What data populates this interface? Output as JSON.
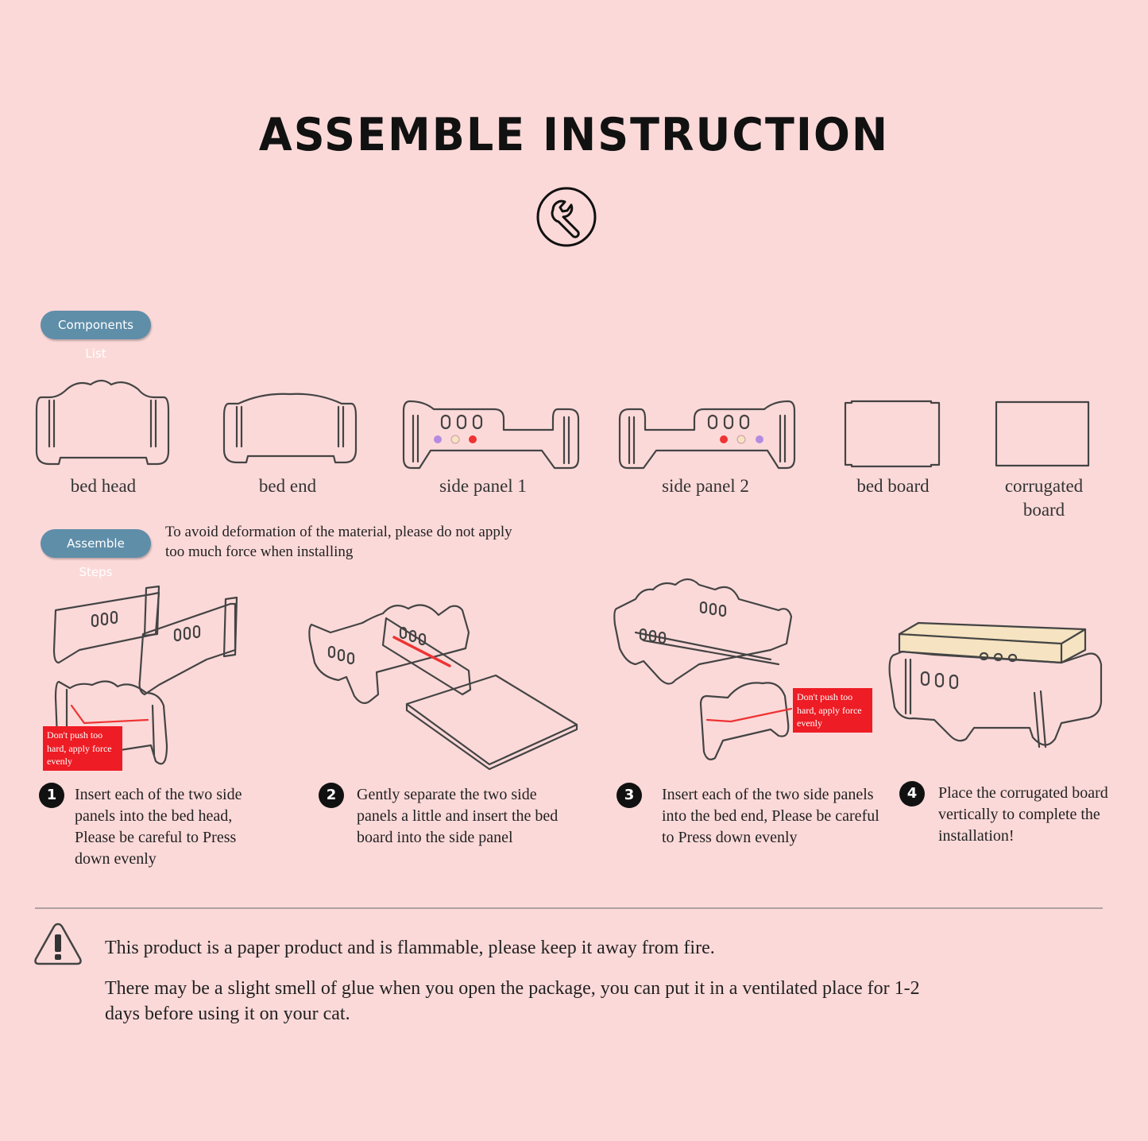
{
  "header": {
    "title": "ASSEMBLE INSTRUCTION"
  },
  "components": {
    "label": "Components List",
    "items": [
      {
        "name": "bed head"
      },
      {
        "name": "bed end"
      },
      {
        "name": "side panel 1"
      },
      {
        "name": "side panel 2"
      },
      {
        "name": "bed board"
      },
      {
        "name": "corrugated board"
      }
    ]
  },
  "steps": {
    "label": "Assemble Steps",
    "note": "To avoid deformation of the material, please do not apply too much force when installing",
    "warning_box": "Don't push too hard, apply force evenly",
    "items": [
      {
        "num": "1",
        "text": "Insert each of the two side panels into the bed head, Please be careful to Press down evenly"
      },
      {
        "num": "2",
        "text": "Gently separate the two side panels a little and insert the bed board into the side panel"
      },
      {
        "num": "3",
        "text": "Insert each of the two side panels into the bed end, Please be careful to Press down evenly"
      },
      {
        "num": "4",
        "text": "Place the corrugated board vertically to complete the installation!"
      }
    ]
  },
  "safety": {
    "line1": "This product is a paper product and is flammable, please keep it away from fire.",
    "line2": "There may be a slight smell of glue when you open the package, you can put it in a ventilated place for 1-2 days before using it on your cat."
  },
  "colors": {
    "background": "#fcd9d9",
    "pill": "#5f8ea9",
    "warning": "#ee1c24",
    "board_fill": "#f5e3c1"
  }
}
